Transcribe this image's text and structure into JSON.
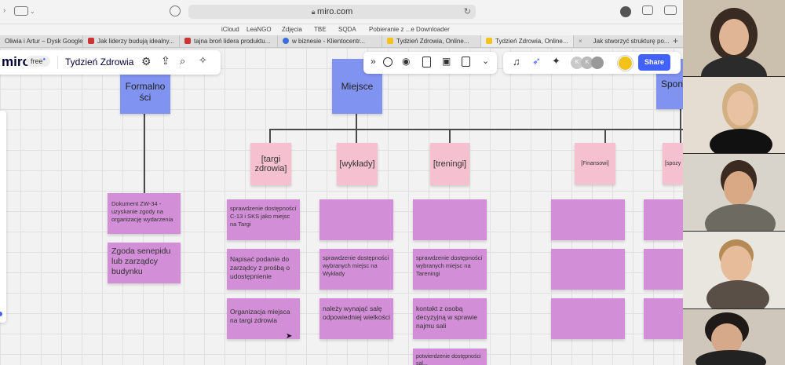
{
  "browser": {
    "menu_items": [
      "iCloud",
      "LeaNGO",
      "Zdjęcia",
      "TBE",
      "SQDA",
      "Pobieranie z ...e Downloader"
    ],
    "url": "miro.com",
    "bookmarks": [
      "Oliwia i Artur – Dysk Google",
      "Jak liderzy budują idealny...",
      "tajna broń lidera produktu...",
      "w biznesie - Klientocentr...",
      "Tydzień Zdrowia, Online...",
      "Tydzień Zdrowia, Online...",
      "Jak stworzyć strukturę po..."
    ]
  },
  "miro": {
    "logo": "miro",
    "plan": "free",
    "board_title": "Tydzień Zdrowia",
    "share_label": "Share",
    "collaborators": [
      "K",
      "K"
    ]
  },
  "board": {
    "headers": {
      "formal": "Formalno ści",
      "miejsce": "Miejsce",
      "spons": "Spons"
    },
    "subheaders": {
      "targi": "[targi zdrowia]",
      "wyklady": "[wykłady]",
      "treningi": "[treningi]",
      "finansowi": "[Finansowi]",
      "spozy": "[spozy"
    },
    "notes": {
      "dokument": "Dokument ZW-34 - uzyskanie zgody na organizację wydarzenia",
      "sanepid": "Zgoda senepidu lub zarządcy budynku",
      "sks": "sprawdzenie dostępności C-13 i SKS jako miejsc na Targi",
      "podanie": "Napisać podanie do zarządcy z prośbą o udostępnienie",
      "organizacja": "Organizacja miejsca na targi zdrowia",
      "wyklady_dost": "sprawdzenie dostępności wybranych miejsc na Wykłady",
      "sala": "należy wynająć salę odpowiedniej wielkości",
      "treningi_dost": "sprawdzenie dostępności wybranych miejsc na Tareningi",
      "kontakt": "kontakt z osobą decyzyjną w sprawie najmu sali",
      "potwierdzenie": "potwierdzenie dostępności sal..."
    }
  },
  "colors": {
    "accent": "#4262ff",
    "sticky_blue": "#8093f1",
    "sticky_pink": "#f5c0d0",
    "sticky_purple": "#d28ed6"
  }
}
